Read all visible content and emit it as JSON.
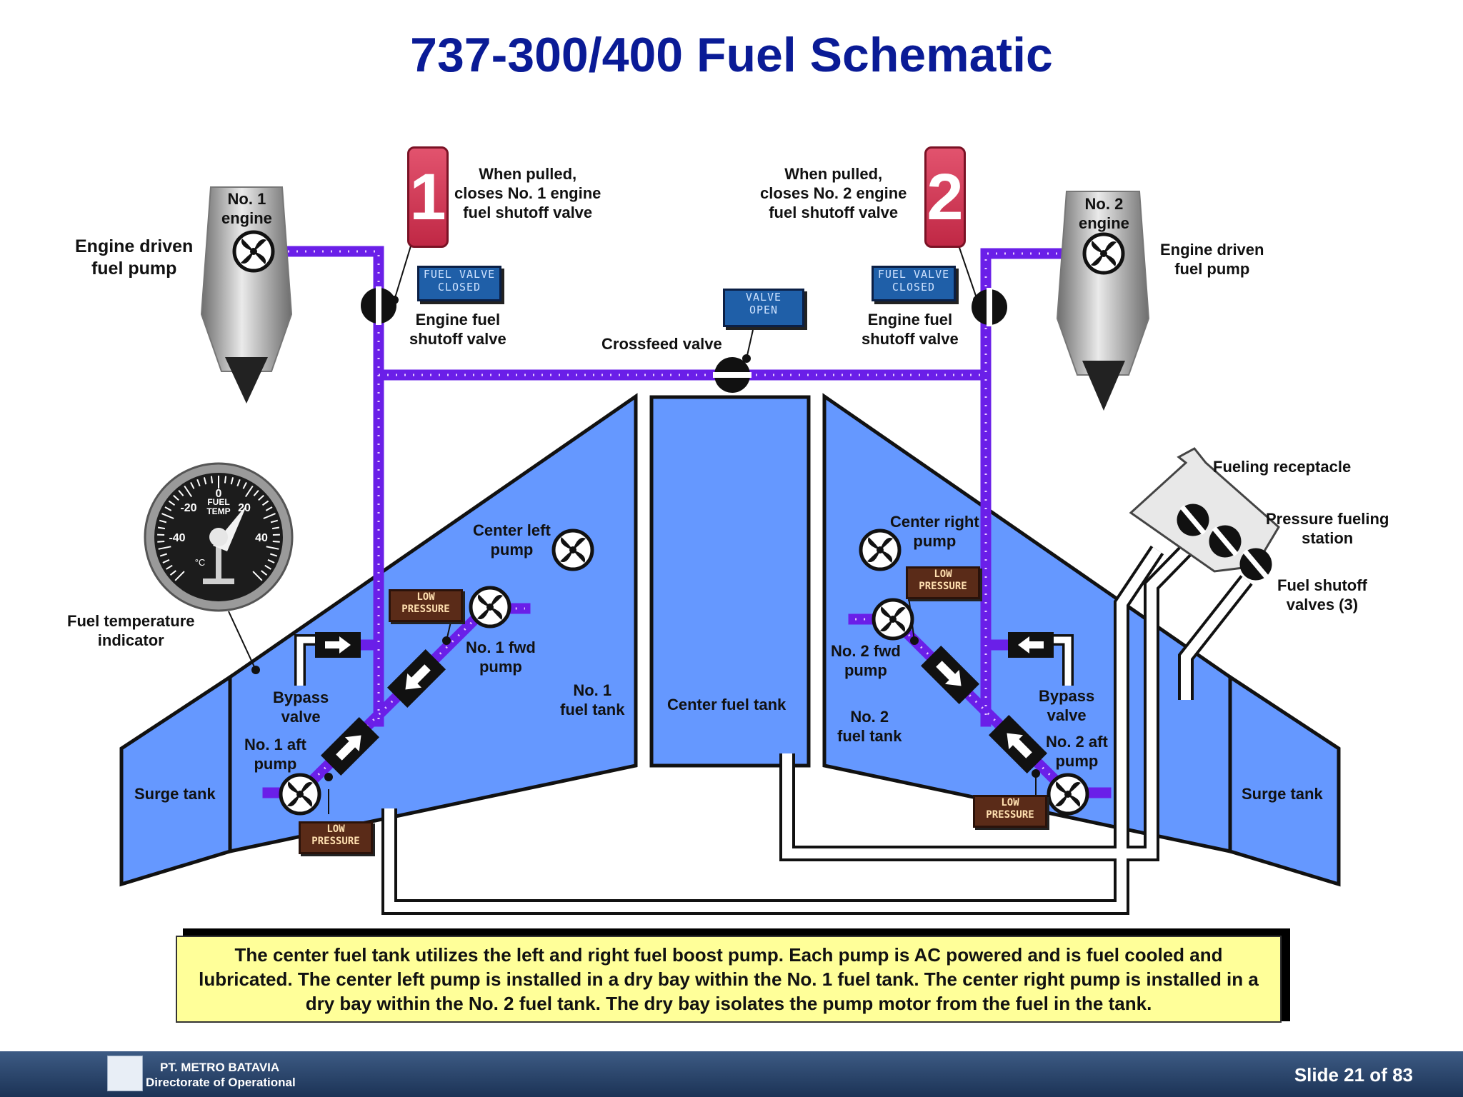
{
  "title": "737-300/400 Fuel Schematic",
  "labels": {
    "engine_driven_pump_left": "Engine driven\nfuel pump",
    "engine_driven_pump_right": "Engine driven\nfuel pump",
    "no1_engine": "No. 1\nengine",
    "no2_engine": "No. 2\nengine",
    "pulled_1": "When pulled,\ncloses No. 1 engine\nfuel shutoff valve",
    "pulled_2": "When pulled,\ncloses No. 2 engine\nfuel shutoff valve",
    "engine_shutoff_left": "Engine fuel\nshutoff valve",
    "engine_shutoff_right": "Engine fuel\nshutoff valve",
    "crossfeed": "Crossfeed valve",
    "fueling_receptacle": "Fueling receptacle",
    "pressure_fueling": "Pressure fueling\nstation",
    "fuel_shutoff_valves": "Fuel shutoff\nvalves (3)",
    "fuel_temp_indicator": "Fuel temperature\nindicator",
    "center_left_pump": "Center left\npump",
    "center_right_pump": "Center right\npump",
    "no1_fwd_pump": "No. 1 fwd\npump",
    "no2_fwd_pump": "No. 2 fwd\npump",
    "no1_fuel_tank": "No. 1\nfuel tank",
    "no2_fuel_tank": "No. 2\nfuel tank",
    "center_fuel_tank": "Center fuel tank",
    "bypass_left": "Bypass\nvalve",
    "bypass_right": "Bypass\nvalve",
    "no1_aft_pump": "No. 1 aft\npump",
    "no2_aft_pump": "No. 2 aft\npump",
    "surge_left": "Surge tank",
    "surge_right": "Surge tank"
  },
  "panels": {
    "fuel_valve_closed": "FUEL VALVE\nCLOSED",
    "valve_open": "VALVE\nOPEN",
    "low_pressure": "LOW\nPRESSURE"
  },
  "handles": {
    "left": "1",
    "right": "2"
  },
  "gauge": {
    "label": "FUEL\nTEMP",
    "unit": "°C",
    "ticks": [
      "0",
      "20",
      "40",
      "-20",
      "-40"
    ]
  },
  "info": "The center fuel tank utilizes the left and right fuel boost pump.  Each pump is AC powered and is fuel cooled and lubricated.  The center left pump is installed in a dry bay within the No. 1 fuel tank. The center right pump is installed in a dry bay within the No. 2 fuel tank. The dry bay isolates the pump motor from the fuel in the tank.",
  "footer": {
    "company_line1": "PT. METRO BATAVIA",
    "company_line2": "Directorate of Operational",
    "slide": "Slide  21 of 83"
  },
  "colors": {
    "tank": "#6598ff",
    "fuel_line": "#6a1fe8",
    "title": "#0a1b96",
    "info_bg": "#ffff99"
  },
  "icons": [
    "pump-fan-icon",
    "valve-icon",
    "flow-arrow-icon",
    "gauge-icon",
    "engine-nacelle-icon"
  ]
}
